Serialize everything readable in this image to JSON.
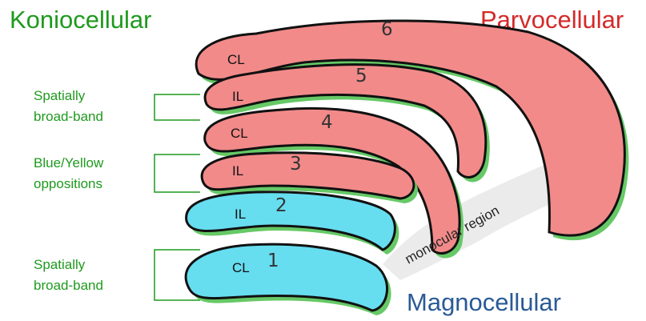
{
  "titles": {
    "koniocellular": "Koniocellular",
    "parvocellular": "Parvocellular",
    "magnocellular": "Magnocellular"
  },
  "side_labels": {
    "upper_line1": "Spatially",
    "upper_line2": "broad-band",
    "middle_line1": "Blue/Yellow",
    "middle_line2": "oppositions",
    "lower_line1": "Spatially",
    "lower_line2": "broad-band"
  },
  "layers": [
    {
      "number": "6",
      "label": "CL",
      "color": "#f28a8a"
    },
    {
      "number": "5",
      "label": "IL",
      "color": "#f28a8a"
    },
    {
      "number": "4",
      "label": "CL",
      "color": "#f28a8a"
    },
    {
      "number": "3",
      "label": "IL",
      "color": "#f28a8a"
    },
    {
      "number": "2",
      "label": "IL",
      "color": "#67ddf0"
    },
    {
      "number": "1",
      "label": "CL",
      "color": "#67ddf0"
    }
  ],
  "region_label": "monocular region",
  "colors": {
    "koniocellular": "#1e9a1e",
    "parvocellular": "#d42a2a",
    "magnocellular": "#2a5a96",
    "shadow": "#66c966",
    "region_band": "#ebebeb",
    "outline": "#111111"
  }
}
